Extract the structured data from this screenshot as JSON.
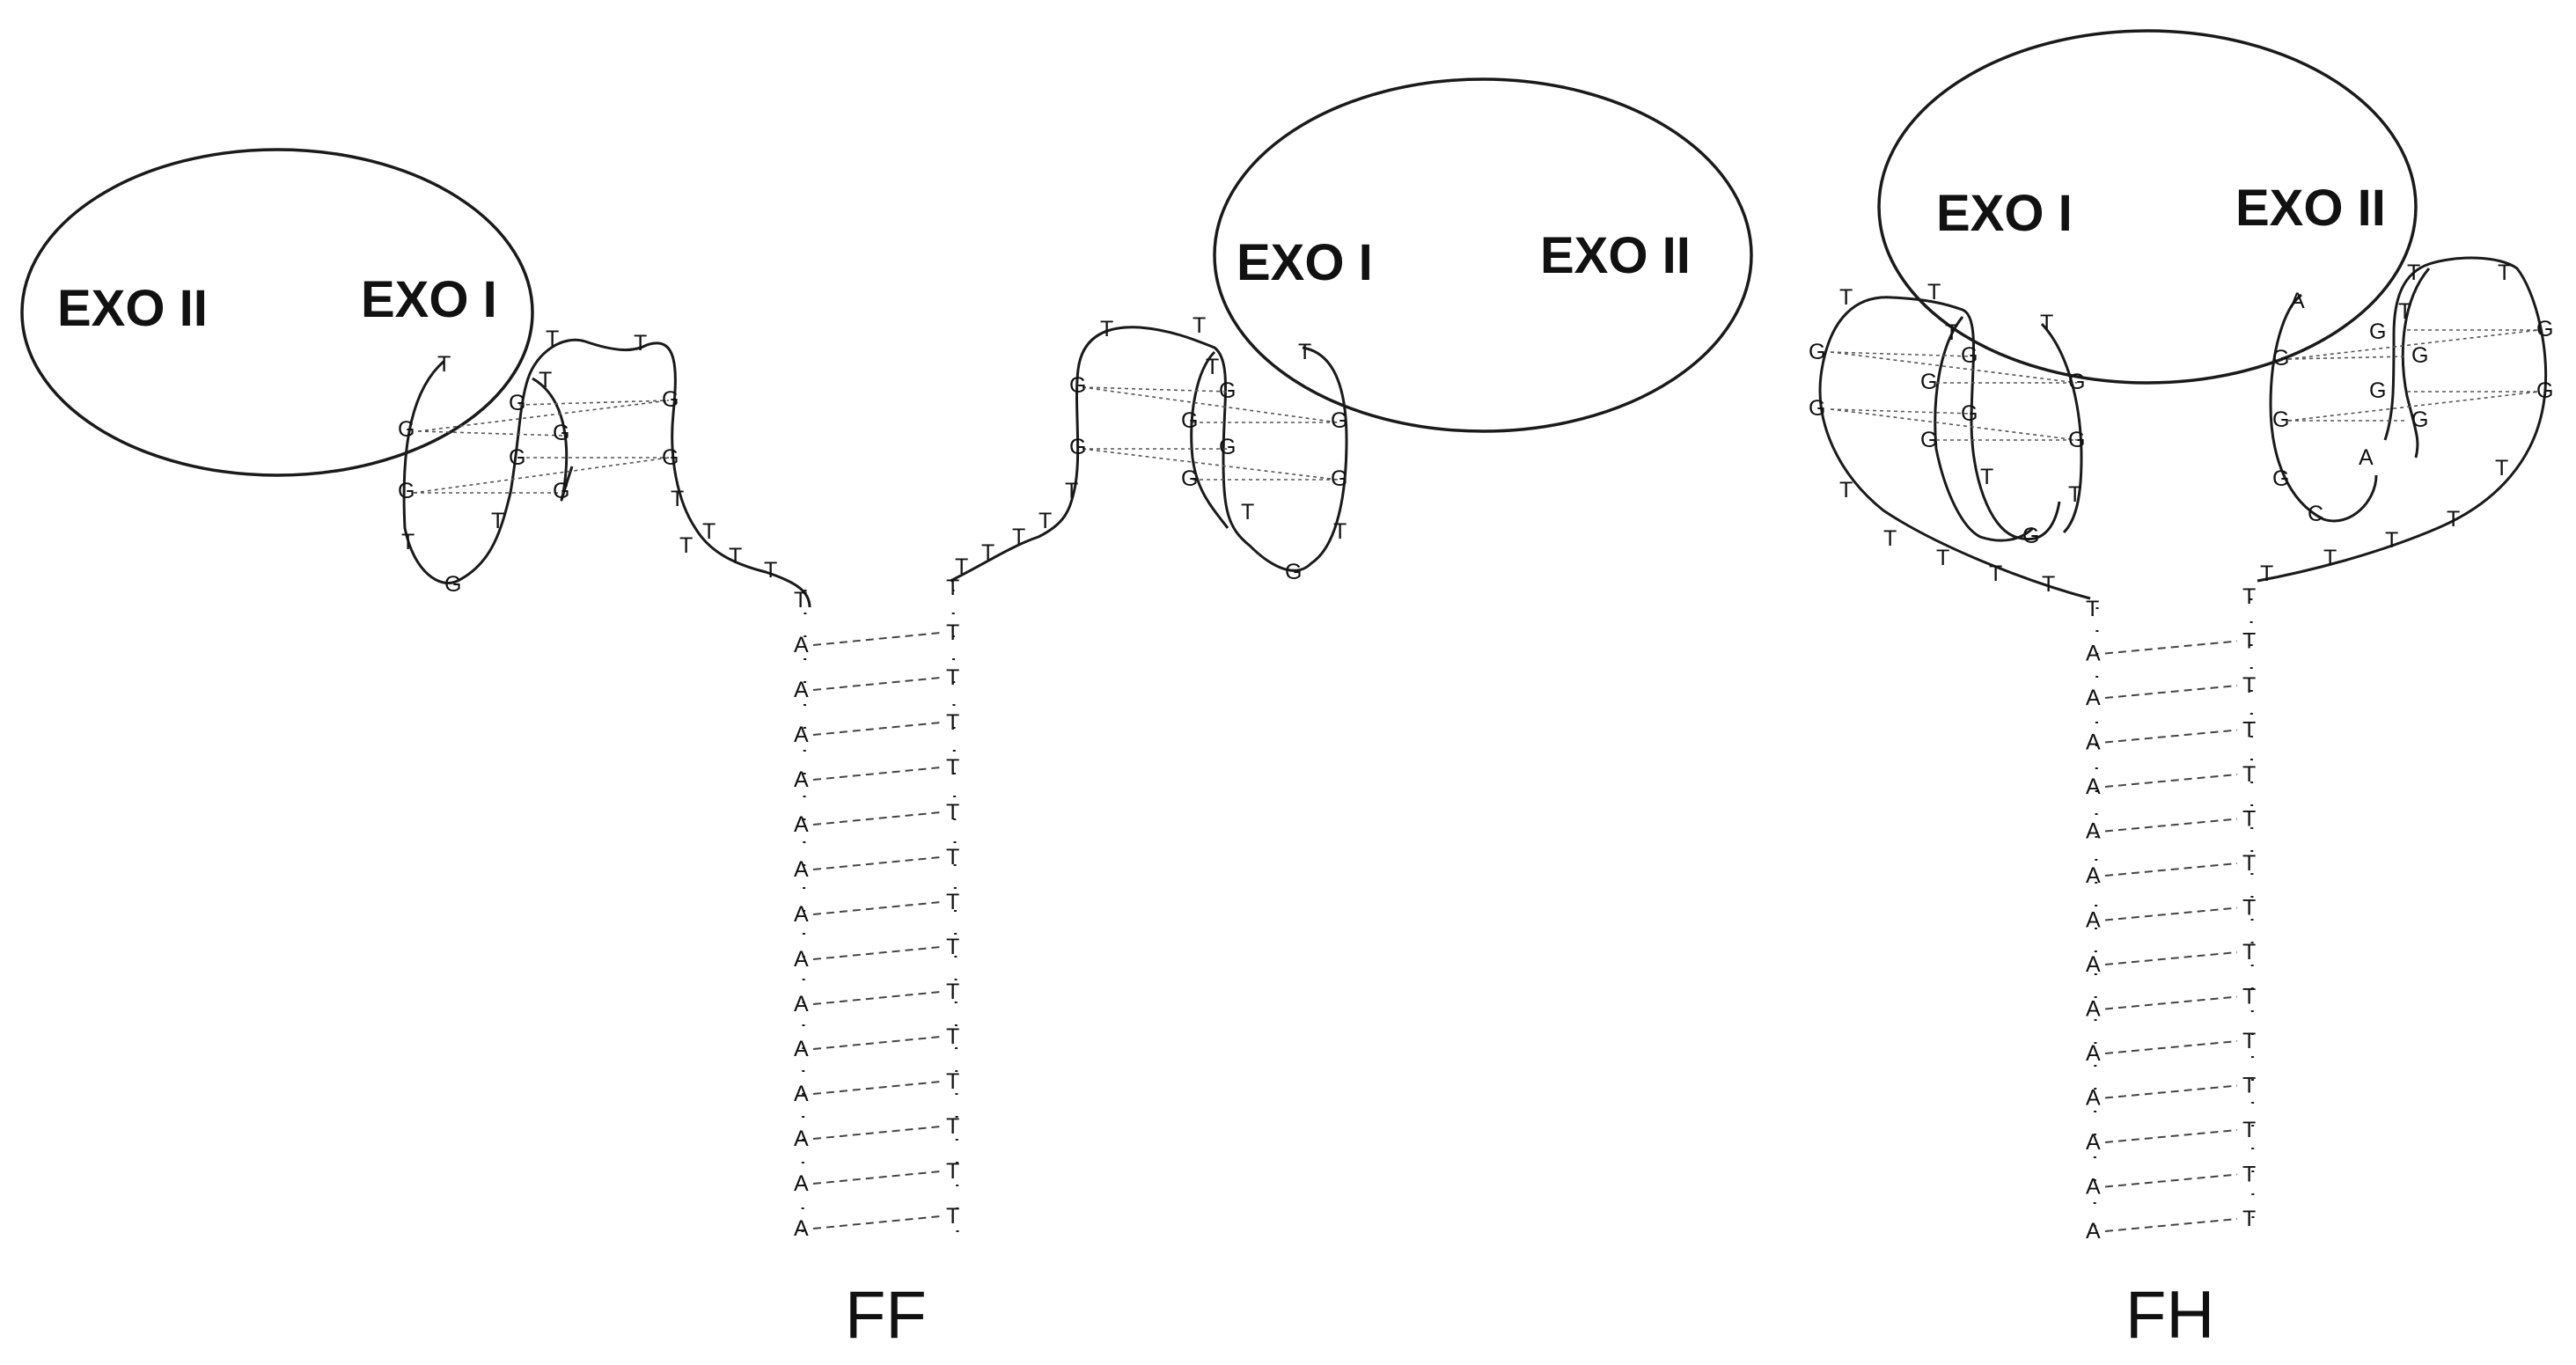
{
  "labels": {
    "exo1": "EXO I",
    "exo2": "EXO II",
    "ff": "FF",
    "fh": "FH"
  },
  "bases": {
    "A": "A",
    "T": "T",
    "G": "G",
    "C": "C"
  },
  "ff": {
    "stem_left": [
      "T",
      "A",
      "A",
      "A",
      "A",
      "A",
      "A",
      "A",
      "A",
      "A",
      "A",
      "A",
      "A",
      "A",
      "A"
    ],
    "stem_right": [
      "T",
      "T",
      "T",
      "T",
      "T",
      "T",
      "T",
      "T",
      "T",
      "T",
      "T",
      "T",
      "T",
      "T",
      "T"
    ]
  },
  "fh": {
    "stem_left": [
      "T",
      "A",
      "A",
      "A",
      "A",
      "A",
      "A",
      "A",
      "A",
      "A",
      "A",
      "A",
      "A",
      "A",
      "A"
    ],
    "stem_right": [
      "T",
      "T",
      "T",
      "T",
      "T",
      "T",
      "T",
      "T",
      "T",
      "T",
      "T",
      "T",
      "T",
      "T",
      "T"
    ]
  }
}
